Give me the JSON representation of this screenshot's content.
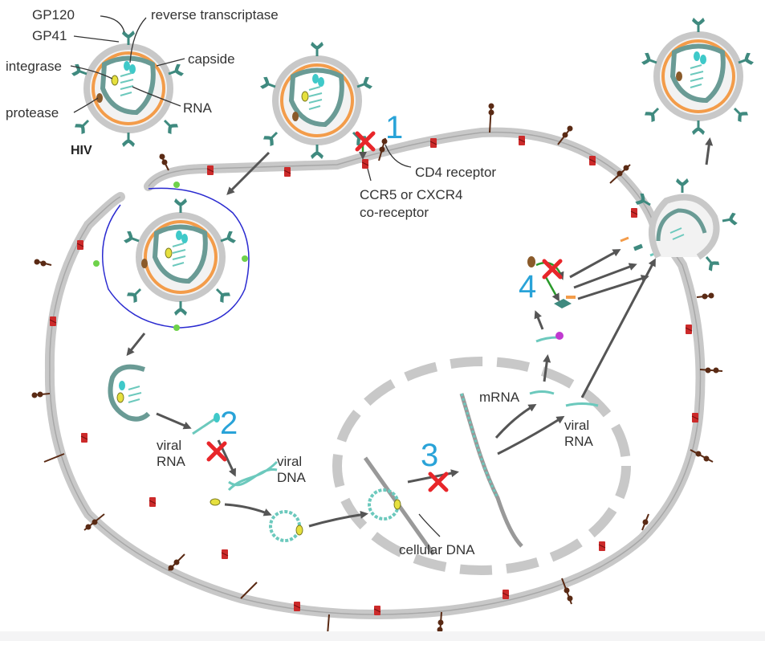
{
  "labels": {
    "gp120": "GP120",
    "gp41": "GP41",
    "reverse_transcriptase": "reverse transcriptase",
    "integrase": "integrase",
    "capside": "capside",
    "rna": "RNA",
    "protease": "protease",
    "hiv": "HIV",
    "cd4_receptor": "CD4 receptor",
    "coreceptor_line1": "CCR5 or CXCR4",
    "coreceptor_line2": "co-receptor",
    "viral_rna_1a": "viral",
    "viral_rna_1b": "RNA",
    "viral_dna_a": "viral",
    "viral_dna_b": "DNA",
    "cellular_dna": "cellular DNA",
    "mrna": "mRNA",
    "viral_rna_2a": "viral",
    "viral_rna_2b": "RNA"
  },
  "steps": [
    "1",
    "2",
    "3",
    "4"
  ],
  "colors": {
    "membrane": "#bfbfbf",
    "envelope_orange": "#f39c4a",
    "capsid": "#6a9b95",
    "spike": "#3f8a7f",
    "rna": "#6cc9bd",
    "inhibitor": "#e8262a",
    "step_number": "#29a3d8",
    "receptor": "#5a2a14",
    "coreceptor": "#cc2a2a"
  }
}
